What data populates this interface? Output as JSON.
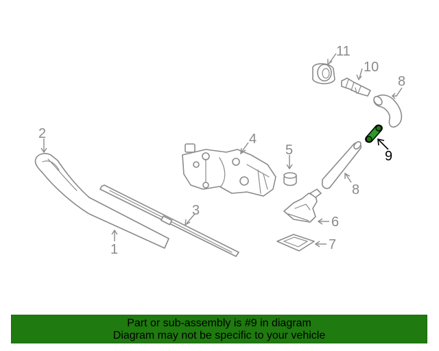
{
  "diagram": {
    "callouts": {
      "c1": "1",
      "c2": "2",
      "c3": "3",
      "c4": "4",
      "c5": "5",
      "c6": "6",
      "c7": "7",
      "c8a": "8",
      "c8b": "8",
      "c9": "9",
      "c10": "10",
      "c11": "11"
    },
    "highlighted_part": "9",
    "colors": {
      "line": "#8a8a8a",
      "highlight_fill": "#2a9a2a",
      "highlight_text": "#000000"
    }
  },
  "banner": {
    "line1": "Part or sub-assembly is #9 in diagram",
    "line2": "Diagram may not be specific to your vehicle",
    "background": "#1f7a0f"
  }
}
